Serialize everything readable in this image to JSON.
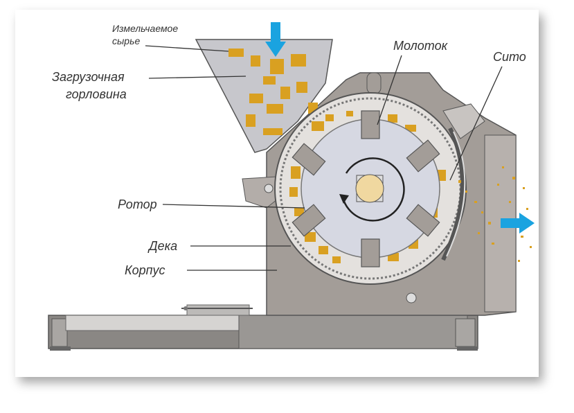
{
  "labels": {
    "raw_material_line1": "Измельчаемое",
    "raw_material_line2": "сырье",
    "hopper_line1": "Загрузочная",
    "hopper_line2": "горловина",
    "hammer": "Молоток",
    "sieve": "Сито",
    "rotor": "Ротор",
    "deck": "Дека",
    "housing": "Корпус"
  },
  "colors": {
    "body": "#a39d98",
    "body_dark": "#6f6a66",
    "hopper": "#c7c7cc",
    "rotor_disc": "#d6d8e2",
    "particle": "#d9a021",
    "arrow": "#1aa3e0",
    "base": "#8a8784"
  }
}
